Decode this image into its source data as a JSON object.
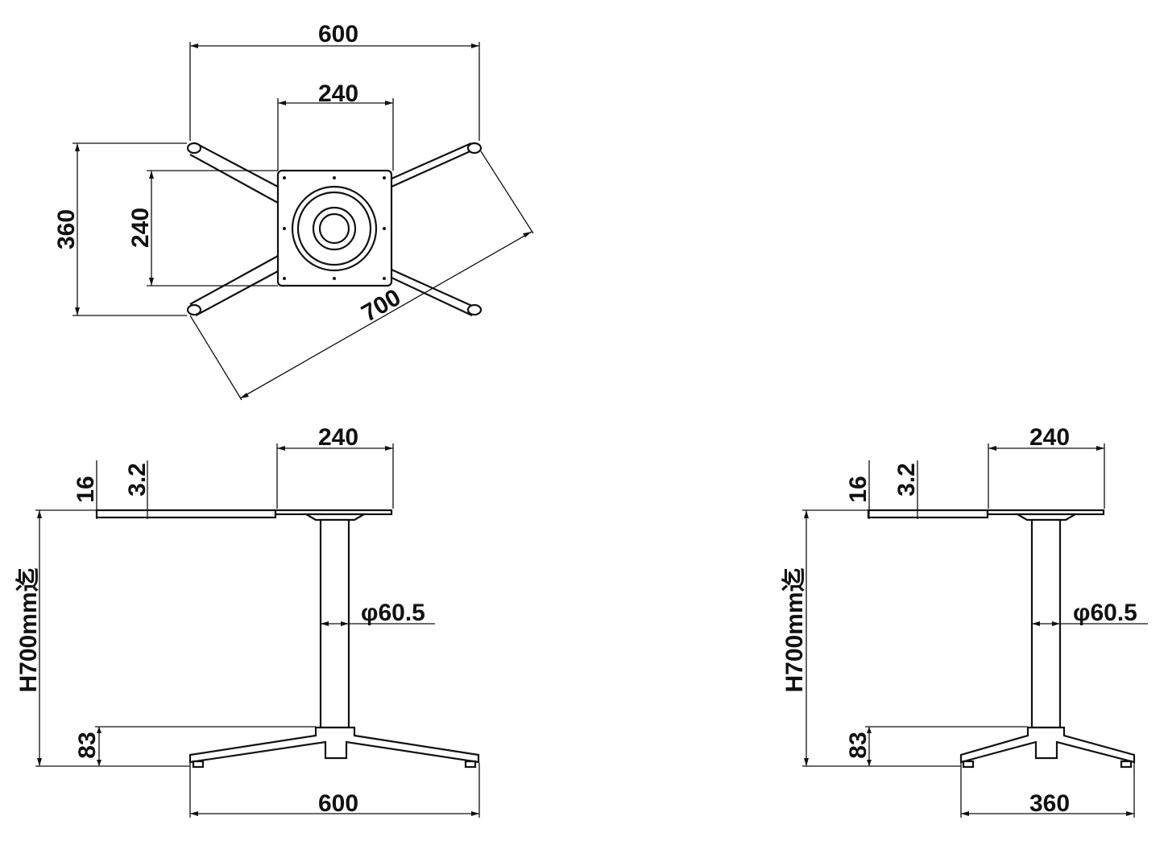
{
  "top_view": {
    "overall_width": "600",
    "plate_width": "240",
    "overall_depth": "360",
    "plate_depth": "240",
    "diagonal_span": "700"
  },
  "front_view": {
    "plate_width": "240",
    "top_thickness": "16",
    "plate_thickness": "3.2",
    "height": "H700mm迄",
    "pole_diameter": "φ60.5",
    "base_height": "83",
    "base_width": "600"
  },
  "side_view": {
    "plate_width": "240",
    "top_thickness": "16",
    "plate_thickness": "3.2",
    "height": "H700mm迄",
    "pole_diameter": "φ60.5",
    "base_height": "83",
    "base_width": "360"
  },
  "colors": {
    "line": "#111111",
    "background": "#ffffff"
  }
}
